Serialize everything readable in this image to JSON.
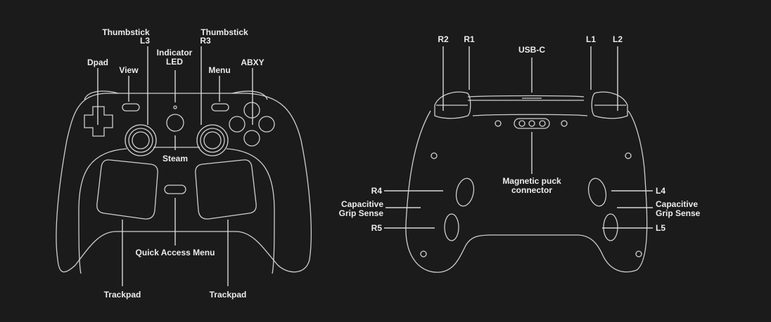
{
  "front": {
    "dpad": "Dpad",
    "view": "View",
    "thumbstick_l3": [
      "Thumbstick",
      "L3"
    ],
    "indicator_led": [
      "Indicator",
      "LED"
    ],
    "thumbstick_r3": [
      "Thumbstick",
      "R3"
    ],
    "menu": "Menu",
    "abxy": "ABXY",
    "steam": "Steam",
    "quick_access_menu": "Quick Access Menu",
    "trackpad_left": "Trackpad",
    "trackpad_right": "Trackpad"
  },
  "back": {
    "r2": "R2",
    "r1": "R1",
    "usbc": "USB-C",
    "l1": "L1",
    "l2": "L2",
    "magnetic_puck": [
      "Magnetic puck",
      "connector"
    ],
    "r4": "R4",
    "r5": "R5",
    "l4": "L4",
    "l5": "L5",
    "grip_left": [
      "Capacitive",
      "Grip Sense"
    ],
    "grip_right": [
      "Capacitive",
      "Grip Sense"
    ]
  }
}
